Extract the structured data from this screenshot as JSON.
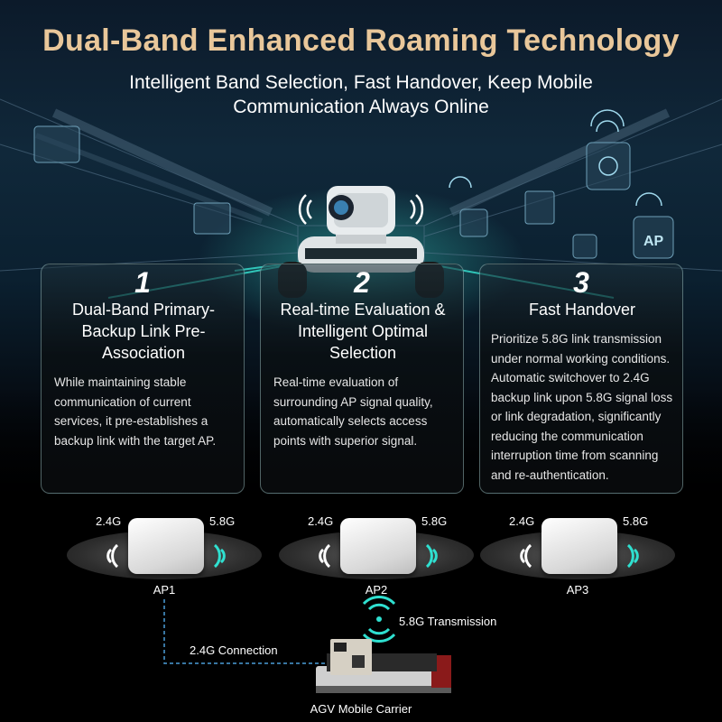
{
  "header": {
    "title": "Dual-Band Enhanced Roaming Technology",
    "subtitle": "Intelligent Band Selection, Fast Handover, Keep Mobile Communication Always Online"
  },
  "cards": [
    {
      "number": "1",
      "title": "Dual-Band Primary-Backup Link Pre-Association",
      "text": "While maintaining stable communication of current services, it pre-establishes a backup link with the target AP."
    },
    {
      "number": "2",
      "title": "Real-time Evaluation & Intelligent Optimal Selection",
      "text": "Real-time evaluation of surrounding AP signal quality, automatically selects access points with superior signal."
    },
    {
      "number": "3",
      "title": "Fast Handover",
      "text": "Prioritize 5.8G link transmission under normal working conditions. Automatic switchover to 2.4G backup link upon 5.8G signal loss or link degradation, significantly reducing the communication interruption time from scanning and re-authentication."
    }
  ],
  "access_points": [
    {
      "label": "AP1",
      "band_left": "2.4G",
      "band_right": "5.8G"
    },
    {
      "label": "AP2",
      "band_left": "2.4G",
      "band_right": "5.8G"
    },
    {
      "label": "AP3",
      "band_left": "2.4G",
      "band_right": "5.8G"
    }
  ],
  "links": {
    "connection_label": "2.4G Connection",
    "transmission_label": "5.8G Transmission"
  },
  "carrier": {
    "label": "AGV Mobile Carrier"
  },
  "scene_signs": {
    "ap_sign": "AP"
  },
  "colors": {
    "title": "#e9c79a",
    "accent": "#2fe0d0",
    "connection_line": "#4a9ed8"
  }
}
